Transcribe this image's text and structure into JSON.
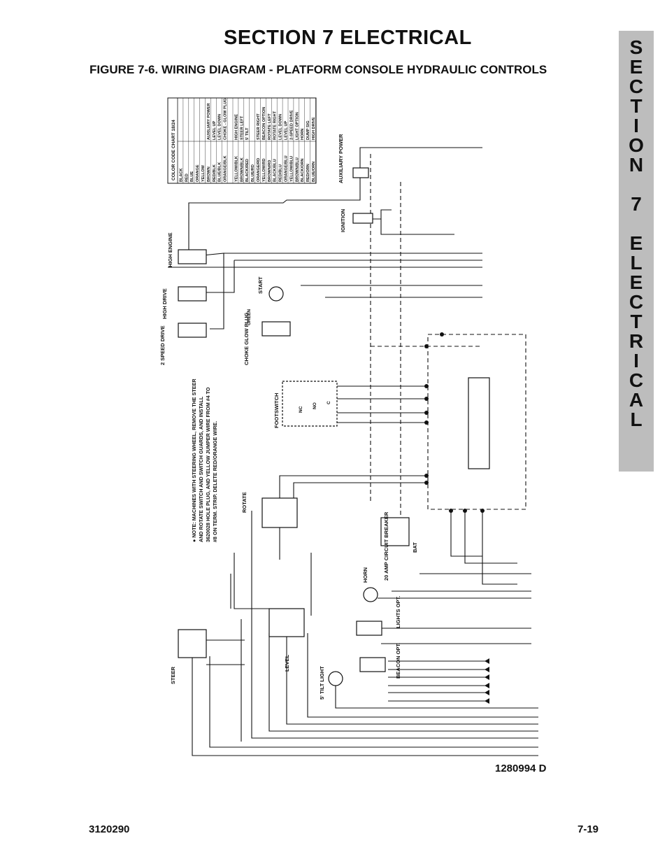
{
  "header": {
    "section_title": "SECTION 7  ELECTRICAL",
    "figure_title": "FIGURE 7-6.    WIRING DIAGRAM - PLATFORM CONSOLE HYDRAULIC CONTROLS"
  },
  "side_tab": {
    "letters": [
      "S",
      "E",
      "C",
      "T",
      "I",
      "O",
      "N",
      "",
      "7",
      "",
      "E",
      "L",
      "E",
      "C",
      "T",
      "R",
      "I",
      "C",
      "A",
      "L"
    ]
  },
  "diagram": {
    "color_chart_title": "COLOR CODE CHART 18/24",
    "color_chart_rows": [
      [
        "BLACK",
        ""
      ],
      [
        "RED",
        ""
      ],
      [
        "BLUE",
        ""
      ],
      [
        "ORANGE",
        ""
      ],
      [
        "YELLOW",
        ""
      ],
      [
        "BROWN",
        "AUXILIARY POWER"
      ],
      [
        "RED/BLK",
        "LEVEL UP"
      ],
      [
        "BLUE/BLK",
        "LEVEL DOWN"
      ],
      [
        "ORANGE/BLK",
        "CHOKE - GLOW PLUG"
      ],
      [
        "",
        ""
      ],
      [
        "YELLOW/BLK",
        "HIGH ENGINE"
      ],
      [
        "BROWN/BLK",
        "STEER LEFT"
      ],
      [
        "BLACK/RED",
        "5' TILT"
      ],
      [
        "BLUE/RD",
        ""
      ],
      [
        "ORANGE/RD",
        "STEER RIGHT"
      ],
      [
        "YELLOW/RD",
        "BEACON OPTION"
      ],
      [
        "BROWN/RD",
        "ROTATE LEFT"
      ],
      [
        "BLACK/BLU",
        "ROTATE RIGHT"
      ],
      [
        "RED/BLU",
        "LEVEL DOWN"
      ],
      [
        "ORANGE/BLU",
        "LEVEL UP"
      ],
      [
        "YELLOW/BLU",
        "2-SPEED DRIVE"
      ],
      [
        "BROWN/BLU",
        "LIGHT OPTION"
      ],
      [
        "BLACK/ORN",
        "HORN"
      ],
      [
        "RED/ORN",
        "DUMP SIG"
      ],
      [
        "BLUE/ORN",
        "HIGH DRIVE"
      ]
    ],
    "labels": {
      "auxiliary_power": "AUXILIARY POWER",
      "ignition": "IGNITION",
      "high_engine": "HIGH ENGINE",
      "high_drive": "HIGH DRIVE",
      "two_speed_drive": "2 SPEED DRIVE",
      "start": "START",
      "choke_glow_plug": "CHOKE GLOW PLUG",
      "footswitch": "FOOTSWITCH",
      "note": "NOTE: MACHINES WITH STEERING WHEEL, REMOVE THE STEER AND ROTATE SWITCH AND SWITCH GUARDS, AND INSTALL 3620028 HOLE PLUG, AND YELLOW JUMPER WIRE FROM #4 TO #8 ON TERM. STRIP. DELETE RED/ORANGE WIRE.",
      "rotate": "ROTATE",
      "horn": "HORN",
      "circuit_breaker": "20 AMP CIRCUIT BREAKER",
      "bat": "BAT",
      "lights_opt": "LIGHTS OPT.",
      "beacon_opt": "BEACON OPT.",
      "level": "LEVEL",
      "steer": "STEER",
      "tilt_light": "5' TILT LIGHT",
      "green": "GREEN",
      "nc": "NC",
      "no": "NO",
      "c": "C"
    },
    "drawing_number": "1280994 D"
  },
  "footer": {
    "doc_number": "3120290",
    "page_number": "7-19"
  }
}
